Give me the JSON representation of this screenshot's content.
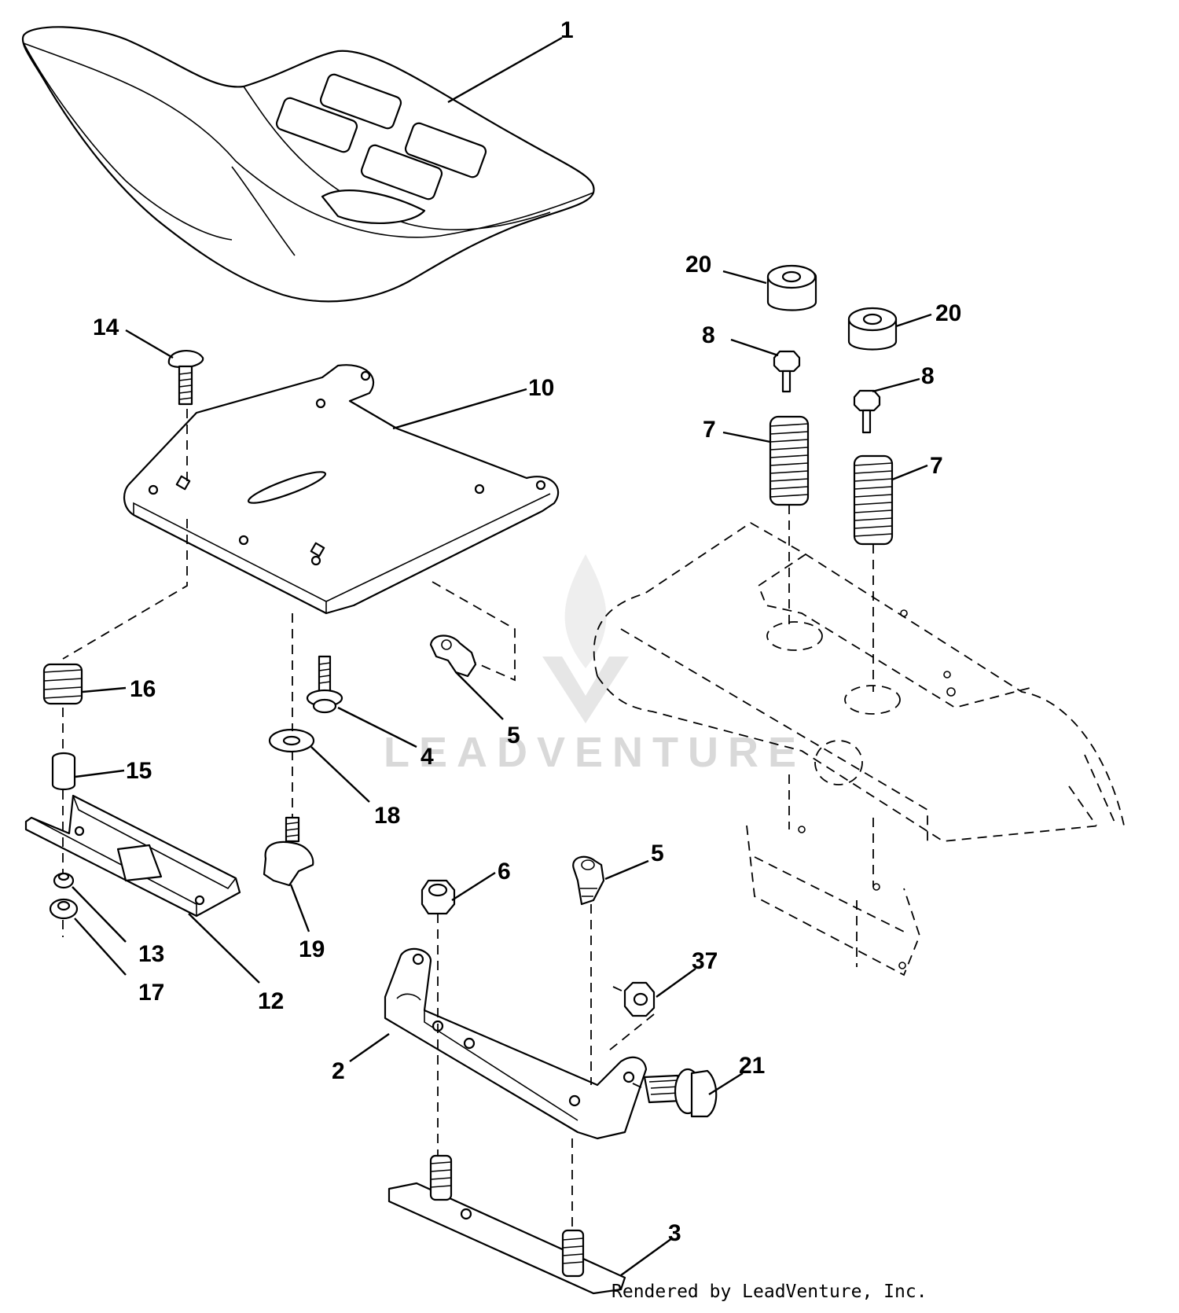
{
  "watermark": {
    "text": "LEADVENTURE"
  },
  "footer": {
    "credit": "Rendered by LeadVenture, Inc."
  },
  "callouts": [
    {
      "id": "c1",
      "label": "1"
    },
    {
      "id": "c14",
      "label": "14"
    },
    {
      "id": "c10",
      "label": "10"
    },
    {
      "id": "c20a",
      "label": "20"
    },
    {
      "id": "c20b",
      "label": "20"
    },
    {
      "id": "c8a",
      "label": "8"
    },
    {
      "id": "c8b",
      "label": "8"
    },
    {
      "id": "c7a",
      "label": "7"
    },
    {
      "id": "c7b",
      "label": "7"
    },
    {
      "id": "c16",
      "label": "16"
    },
    {
      "id": "c15",
      "label": "15"
    },
    {
      "id": "c4",
      "label": "4"
    },
    {
      "id": "c5a",
      "label": "5"
    },
    {
      "id": "c18",
      "label": "18"
    },
    {
      "id": "c19",
      "label": "19"
    },
    {
      "id": "c13",
      "label": "13"
    },
    {
      "id": "c17",
      "label": "17"
    },
    {
      "id": "c12",
      "label": "12"
    },
    {
      "id": "c6",
      "label": "6"
    },
    {
      "id": "c5b",
      "label": "5"
    },
    {
      "id": "c37",
      "label": "37"
    },
    {
      "id": "c2",
      "label": "2"
    },
    {
      "id": "c21",
      "label": "21"
    },
    {
      "id": "c3",
      "label": "3"
    }
  ]
}
